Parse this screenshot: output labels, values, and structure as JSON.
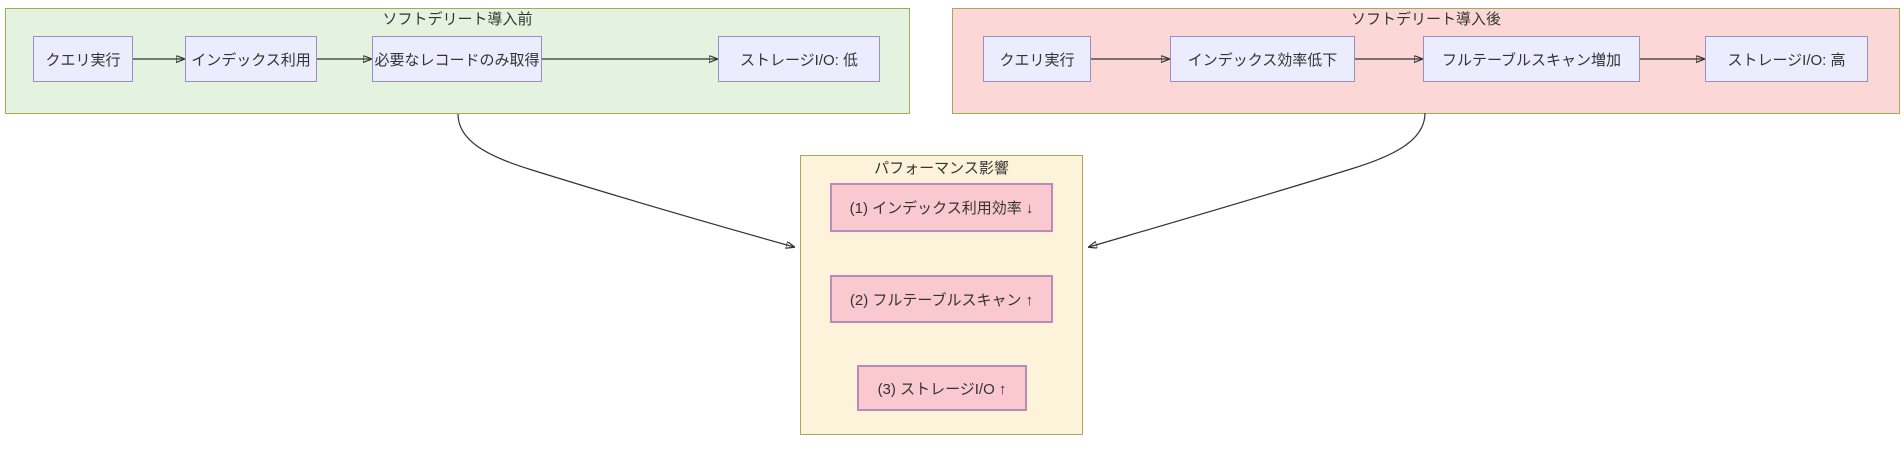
{
  "diagram": {
    "type": "flowchart",
    "groups": [
      {
        "id": "before",
        "title": "ソフトデリート導入前",
        "nodes": [
          "クエリ実行",
          "インデックス利用",
          "必要なレコードのみ取得",
          "ストレージI/O: 低"
        ]
      },
      {
        "id": "after",
        "title": "ソフトデリート導入後",
        "nodes": [
          "クエリ実行",
          "インデックス効率低下",
          "フルテーブルスキャン増加",
          "ストレージI/O: 高"
        ]
      },
      {
        "id": "impact",
        "title": "パフォーマンス影響",
        "nodes": [
          "(1) インデックス利用効率 ↓",
          "(2) フルテーブルスキャン ↑",
          "(3) ストレージI/O ↑"
        ]
      }
    ],
    "edges": [
      {
        "from": "ソフトデリート導入前",
        "to": "パフォーマンス影響"
      },
      {
        "from": "ソフトデリート導入後",
        "to": "パフォーマンス影響"
      }
    ],
    "colors": {
      "group_before_fill": "#e3f3e0",
      "group_after_fill": "#fbd8d6",
      "group_impact_fill": "#fdf3da",
      "group_stroke": "#a8a855",
      "node_fill": "#ececff",
      "node_stroke": "#9b8ccc",
      "pink_node_fill": "#f9c9cf",
      "pink_node_stroke": "#bb8ab8",
      "edge_color": "#333333",
      "text_color": "#333333"
    }
  }
}
